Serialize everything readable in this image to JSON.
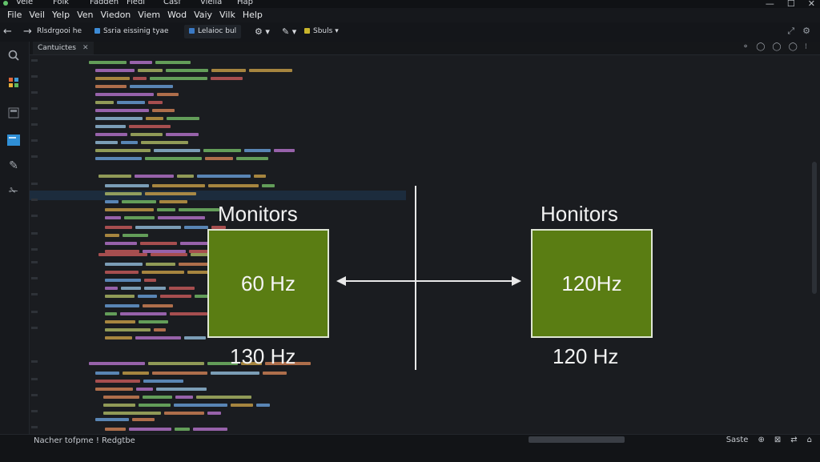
{
  "titlebar": {
    "menu": [
      "Vele",
      "Folk",
      "Fadden",
      "Fiedl",
      "Casf",
      "Viella",
      "Hap"
    ],
    "controls": [
      "—",
      "☐",
      "✕"
    ]
  },
  "menubar": {
    "items": [
      "File",
      "Veil",
      "Yelp",
      "Ven",
      "Viedon",
      "Viem",
      "Wod",
      "Vaiy",
      "Vilk",
      "Help"
    ]
  },
  "toolbar": {
    "nav": [
      "←",
      "→"
    ],
    "tabs": [
      {
        "label": "Rlsdrgooi he",
        "icon_color": ""
      },
      {
        "label": "Ssria  eissinig tyae",
        "icon_color": "#3d8bd6"
      },
      {
        "label": "Lelaioc bul",
        "icon_color": "#3a79c4"
      },
      {
        "label": "Sbuls",
        "icon_color": "#c9b52c"
      }
    ],
    "icons": [
      "settings-icon",
      "edit-icon",
      "chevron-down-icon"
    ],
    "right": [
      "⤢",
      "⚙"
    ]
  },
  "activity_bar": {
    "icons": [
      "search-icon",
      "extensions-icon",
      "explorer-icon",
      "terminal-icon",
      "edit-icon",
      "debug-icon"
    ]
  },
  "editor": {
    "tab_label": "Cantuictes",
    "tab_close": "✕",
    "actions": [
      "⚬",
      "◯",
      "◯",
      "◯",
      "⁝"
    ],
    "code_colors": [
      "#7cc86c",
      "#d6a84a",
      "#6fa8e6",
      "#c27ad8",
      "#e08a5a",
      "#9cc8e8",
      "#b8c46a",
      "#d65f5f"
    ]
  },
  "diagram": {
    "left": {
      "title": "Monitors",
      "box_label": "60 Hz",
      "caption": "130 Hz"
    },
    "right": {
      "title": "Honitors",
      "box_label": "120Hz",
      "caption": "120 Hz"
    },
    "box_color": "#5a7d13"
  },
  "statusbar": {
    "left": "Nacher tofpme ! Redgtbe",
    "right": [
      "Saste",
      "⊕",
      "⊠",
      "⇄",
      "⌂"
    ]
  }
}
